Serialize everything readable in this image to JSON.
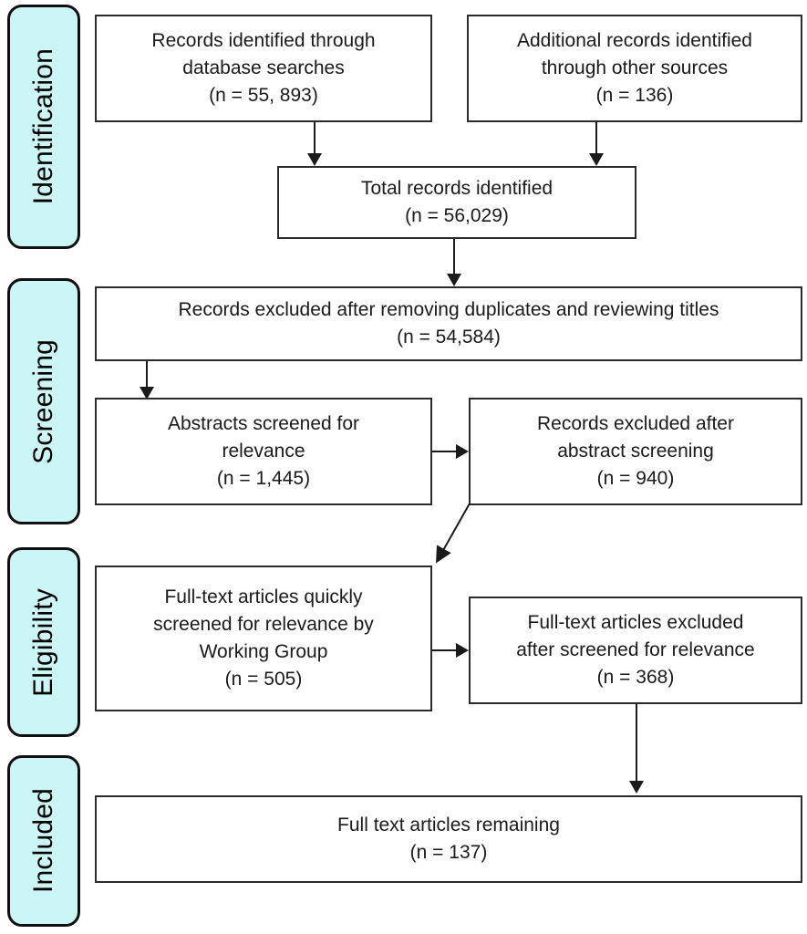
{
  "diagram": {
    "type": "prisma-flow-diagram",
    "stages": [
      {
        "id": "identification",
        "label": "Identification"
      },
      {
        "id": "screening",
        "label": "Screening"
      },
      {
        "id": "eligibility",
        "label": "Eligibility"
      },
      {
        "id": "included",
        "label": "Included"
      }
    ],
    "boxes": [
      {
        "id": "records-database",
        "lines": [
          "Records identified through",
          "database searches",
          "(n = 55, 893)"
        ]
      },
      {
        "id": "records-other-sources",
        "lines": [
          "Additional records identified",
          "through other sources",
          "(n = 136)"
        ]
      },
      {
        "id": "total-records",
        "lines": [
          "Total records identified",
          "(n = 56,029)"
        ]
      },
      {
        "id": "records-excluded-duplicates",
        "lines": [
          "Records excluded after removing duplicates and reviewing titles",
          "(n = 54,584)"
        ]
      },
      {
        "id": "abstracts-screened",
        "lines": [
          "Abstracts screened for",
          "relevance",
          "(n = 1,445)"
        ]
      },
      {
        "id": "records-excluded-abstract",
        "lines": [
          "Records excluded after",
          "abstract screening",
          "(n = 940)"
        ]
      },
      {
        "id": "fulltext-screened",
        "lines": [
          "Full-text articles quickly",
          "screened for relevance by",
          "Working Group",
          "(n = 505)"
        ]
      },
      {
        "id": "fulltext-excluded",
        "lines": [
          "Full-text articles excluded",
          "after screened for relevance",
          "(n = 368)"
        ]
      },
      {
        "id": "fulltext-remaining",
        "lines": [
          "Full text articles remaining",
          "(n = 137)"
        ]
      }
    ],
    "colors": {
      "stage_fill": "#ccf5f5",
      "stage_border": "#111111",
      "box_border": "#2b2b2b",
      "connector": "#1a1a1a",
      "background": "#ffffff"
    }
  }
}
